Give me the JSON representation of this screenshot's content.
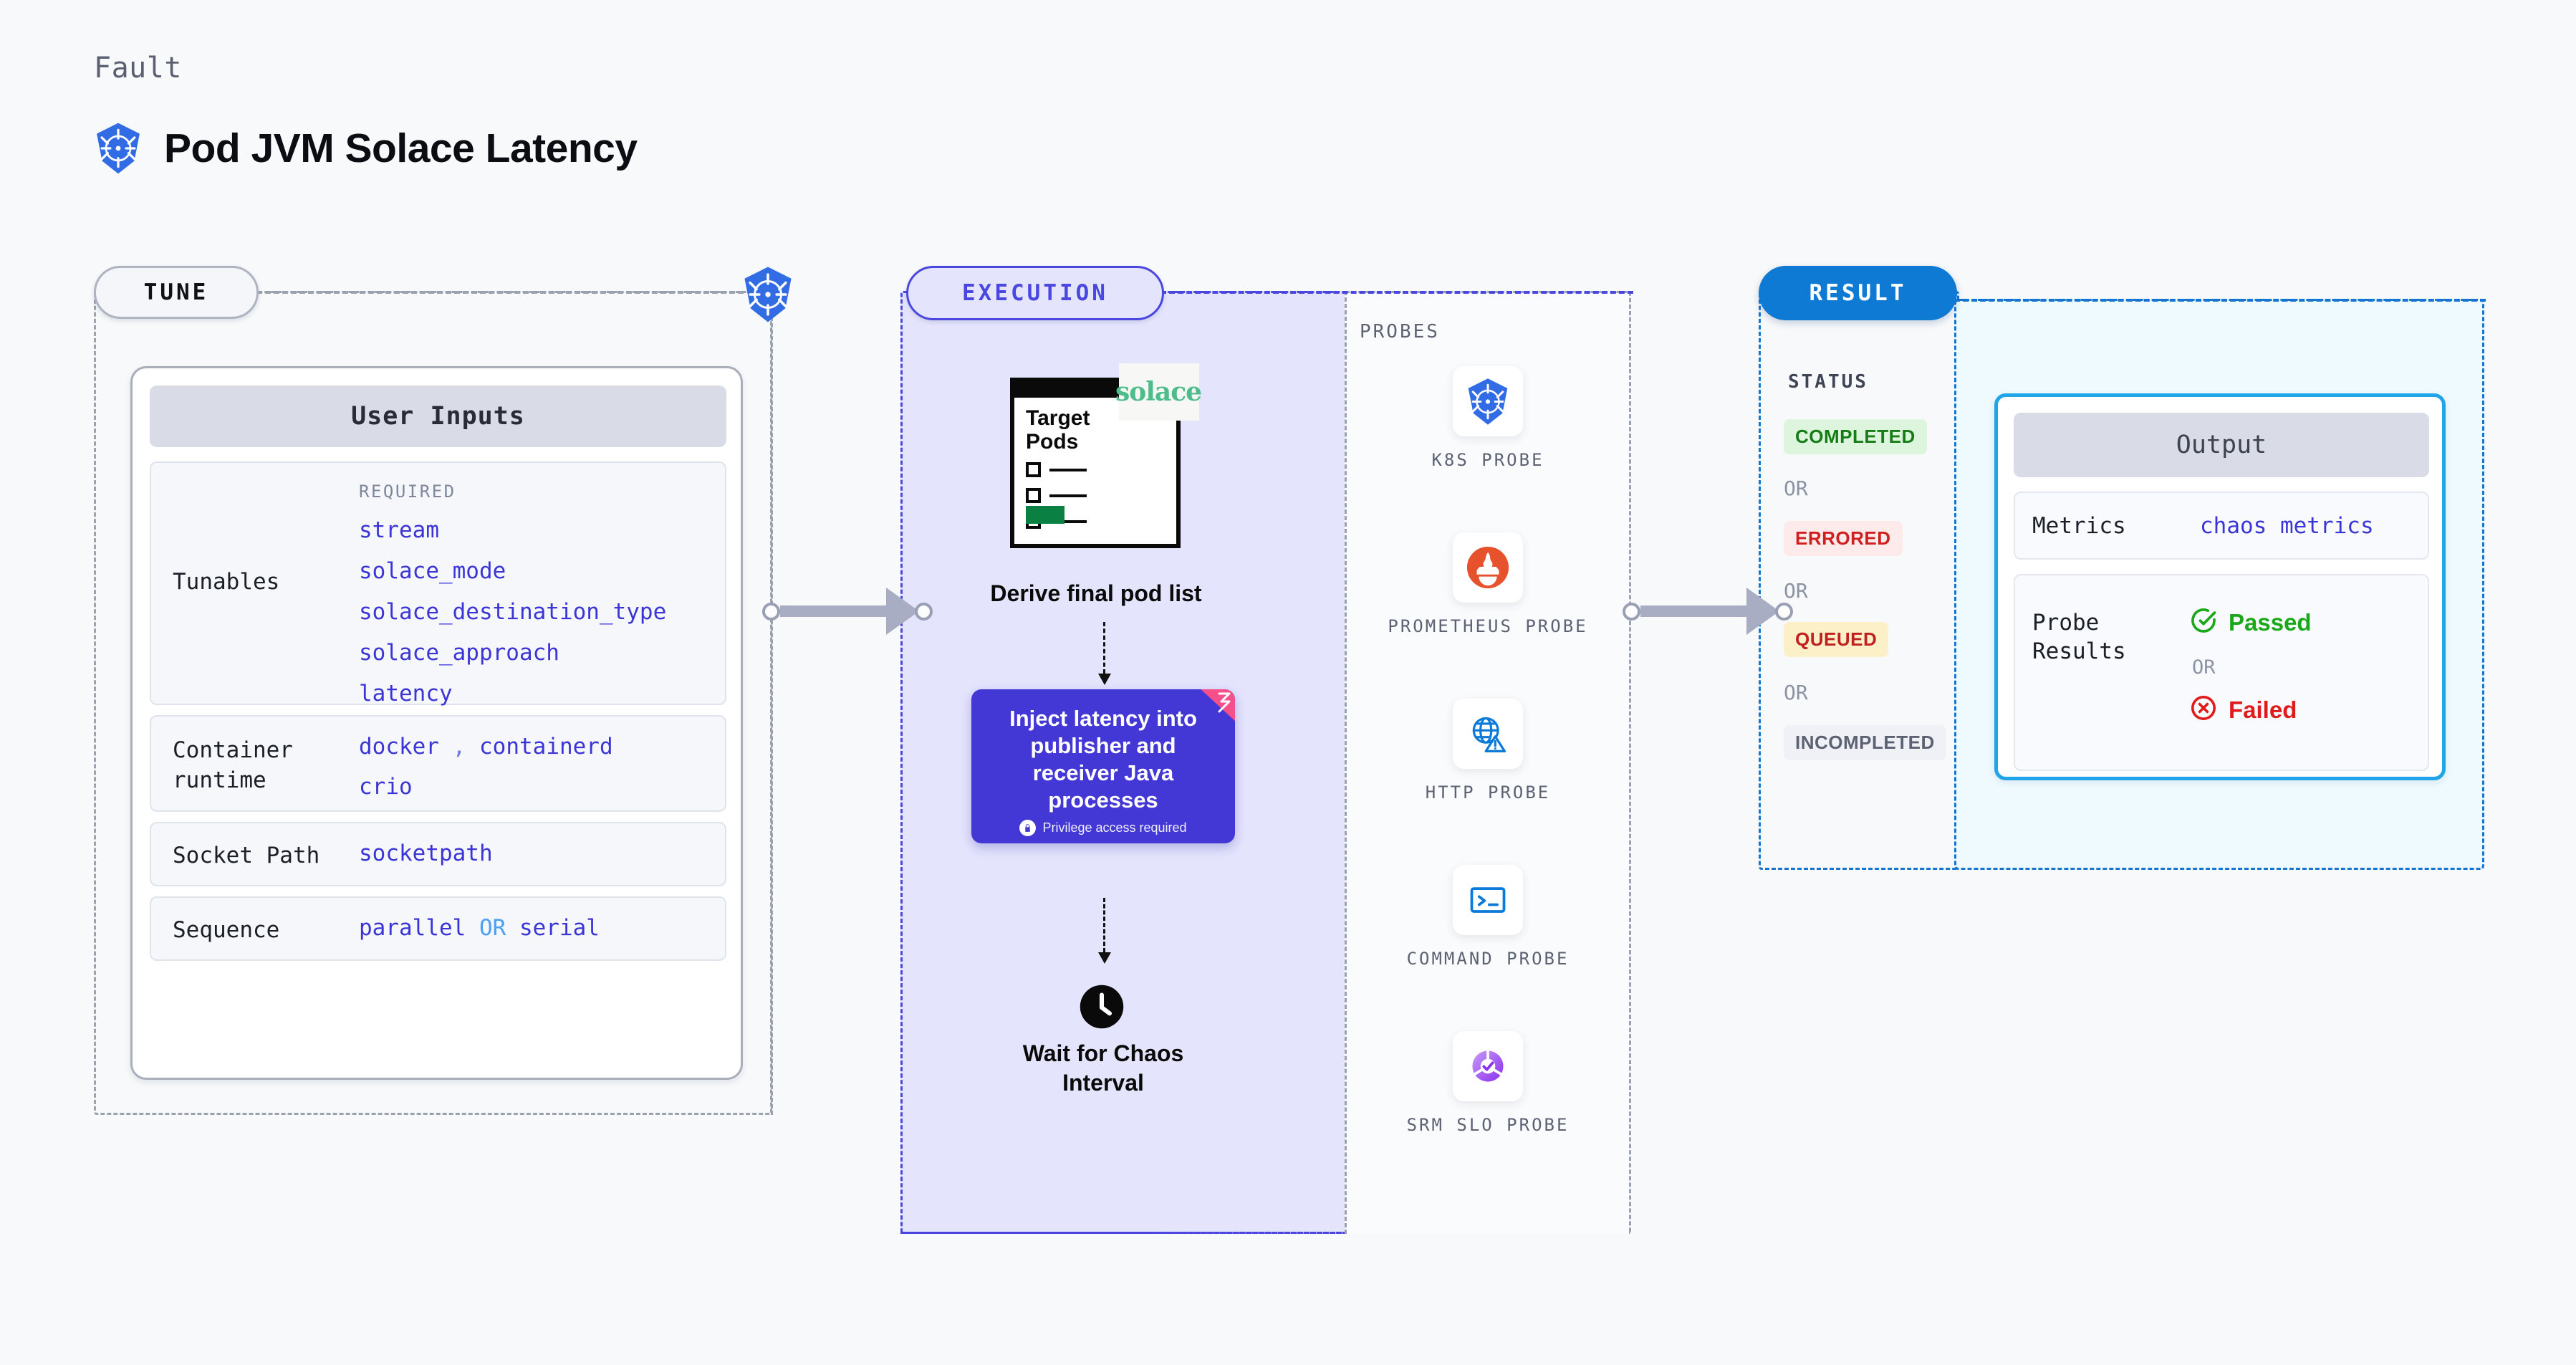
{
  "header": {
    "kicker": "Fault",
    "title": "Pod JVM Solace Latency",
    "icon": "kubernetes-icon"
  },
  "tune": {
    "pill_label": "TUNE",
    "card_title": "User Inputs",
    "tunables": {
      "label": "Tunables",
      "required_label": "REQUIRED",
      "items": [
        "stream",
        "solace_mode",
        "solace_destination_type",
        "solace_approach",
        "latency"
      ]
    },
    "container_runtime": {
      "label_line1": "Container",
      "label_line2": "runtime",
      "values_line1": [
        "docker",
        "containerd"
      ],
      "separator": ",",
      "values_line2": [
        "crio"
      ]
    },
    "socket_path": {
      "label": "Socket Path",
      "value": "socketpath"
    },
    "sequence": {
      "label": "Sequence",
      "value_left": "parallel",
      "operator": "OR",
      "value_right": "serial"
    }
  },
  "execution": {
    "pill_label": "EXECUTION",
    "document": {
      "title_line1": "Target",
      "title_line2": "Pods",
      "badge_text": "solace",
      "badge_name": "solace-logo"
    },
    "derive_caption": "Derive final pod list",
    "inject_card": {
      "title": "Inject latency into publisher and receiver Java processes",
      "privilege_note": "Privilege access required",
      "color": "#4338d6"
    },
    "wait_caption_line1": "Wait for Chaos",
    "wait_caption_line2": "Interval",
    "clock_icon": "clock-icon"
  },
  "probes": {
    "section_title": "PROBES",
    "items": [
      {
        "label": "K8S PROBE",
        "icon": "kubernetes-icon"
      },
      {
        "label": "PROMETHEUS PROBE",
        "icon": "prometheus-icon"
      },
      {
        "label": "HTTP PROBE",
        "icon": "http-globe-warning-icon"
      },
      {
        "label": "COMMAND PROBE",
        "icon": "terminal-icon"
      },
      {
        "label": "SRM SLO PROBE",
        "icon": "srm-slo-icon"
      }
    ]
  },
  "result": {
    "pill_label": "RESULT",
    "status_title": "STATUS",
    "or_label": "OR",
    "statuses": [
      {
        "label": "COMPLETED",
        "bg": "#dcf5dc",
        "fg": "#167d16"
      },
      {
        "label": "ERRORED",
        "bg": "#fdeaea",
        "fg": "#cf2020"
      },
      {
        "label": "QUEUED",
        "bg": "#fcf0c9",
        "fg": "#c02020"
      },
      {
        "label": "INCOMPLETED",
        "bg": "#eff1f6",
        "fg": "#5c6272"
      }
    ]
  },
  "output": {
    "card_title": "Output",
    "metrics": {
      "label": "Metrics",
      "value": "chaos metrics"
    },
    "probe_results": {
      "label_line1": "Probe",
      "label_line2": "Results",
      "passed": "Passed",
      "or_label": "OR",
      "failed": "Failed",
      "passed_color": "#1aa81a",
      "failed_color": "#e01b1b"
    }
  },
  "colors": {
    "brand_purple": "#4a46e0",
    "brand_blue": "#0f7ad4",
    "kubernetes_blue": "#326ce5",
    "mono_value": "#3b35d6"
  }
}
